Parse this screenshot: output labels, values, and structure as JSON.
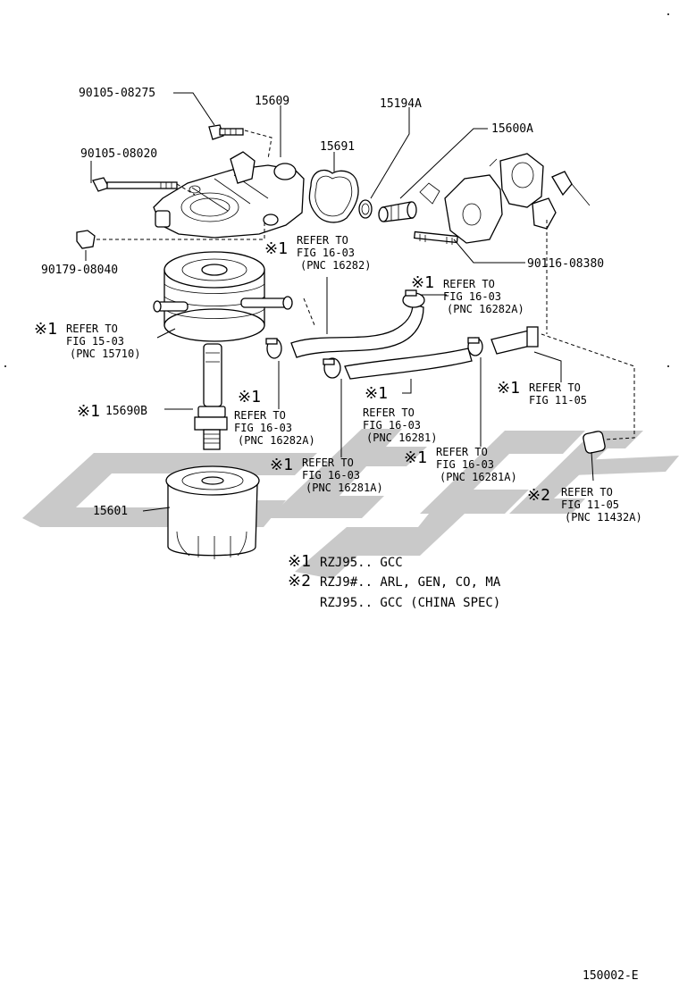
{
  "diagram_id": "150002-E",
  "part_labels": {
    "bolt_08275": "90105-08275",
    "cover_15609": "15609",
    "gasket_15194a": "15194A",
    "pipe_15600a": "15600A",
    "gasket_15691": "15691",
    "bolt_08020": "90105-08020",
    "stud_08380": "90116-08380",
    "plug_08040": "90179-08040",
    "union_15690b": "15690B",
    "filter_15601": "15601"
  },
  "refs": [
    {
      "id": "r1",
      "mark": "※1",
      "lines": [
        "REFER TO",
        "FIG 16-03",
        "(PNC 16282)"
      ]
    },
    {
      "id": "r2",
      "mark": "※1",
      "lines": [
        "REFER TO",
        "FIG 16-03",
        "(PNC 16282A)"
      ]
    },
    {
      "id": "r3",
      "mark": "※1",
      "lines": [
        "REFER TO",
        "FIG 15-03",
        "(PNC 15710)"
      ]
    },
    {
      "id": "r4",
      "mark": "※1",
      "lines": [
        "REFER TO",
        "FIG 11-05"
      ]
    },
    {
      "id": "r5",
      "mark": "※1",
      "lines": [
        "REFER TO",
        "FIG 16-03",
        "(PNC 16282A)"
      ]
    },
    {
      "id": "r6",
      "mark": "※1",
      "lines": [
        "REFER TO",
        "FIG 16-03",
        "(PNC 16281)"
      ]
    },
    {
      "id": "r7",
      "mark": "※1",
      "lines": [
        "REFER TO",
        "FIG 16-03",
        "(PNC 16281A)"
      ]
    },
    {
      "id": "r8",
      "mark": "※1",
      "lines": [
        "REFER TO",
        "FIG 16-03",
        "(PNC 16281A)"
      ]
    },
    {
      "id": "r9",
      "mark": "※2",
      "lines": [
        "REFER TO",
        "FIG 11-05",
        "(PNC 11432A)"
      ]
    }
  ],
  "union_mark": "※1",
  "legend": [
    {
      "mark": "※1",
      "text": "RZJ95.. GCC"
    },
    {
      "mark": "※2",
      "text": "RZJ9#.. ARL, GEN, CO, MA"
    },
    {
      "mark": "",
      "text": "RZJ95.. GCC (CHINA SPEC)"
    }
  ]
}
